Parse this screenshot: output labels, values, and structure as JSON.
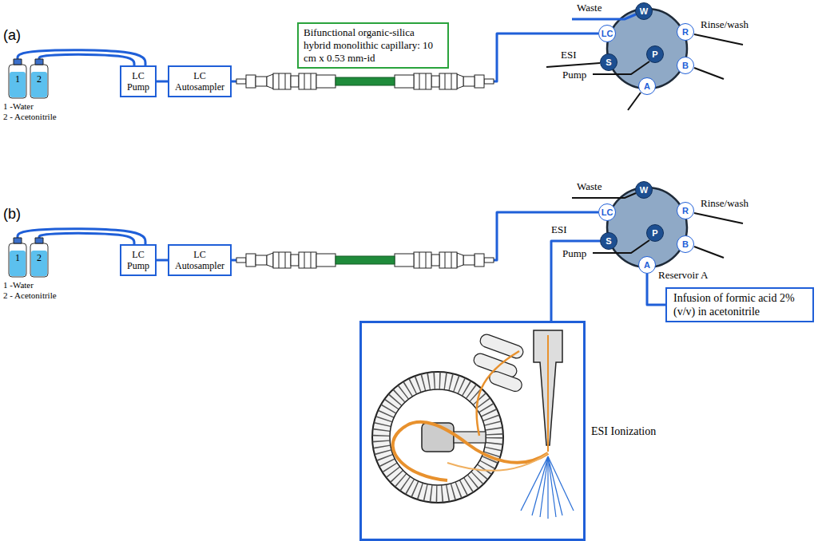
{
  "diagram": {
    "nodes": [
      {
        "text": [
          "1"
        ]
      },
      {
        "text": [
          "2"
        ]
      },
      {
        "text": [
          "LC Pump"
        ]
      },
      {
        "text": [
          "LC Autosampler"
        ]
      },
      {
        "text": [
          "Bifunctional organic-silica hybrid monolithic capillary: 10 cm x 0.53 mm-id"
        ]
      },
      {
        "text": [
          "W"
        ]
      },
      {
        "text": [
          "LC"
        ]
      },
      {
        "text": [
          "R"
        ]
      },
      {
        "text": [
          "S"
        ]
      },
      {
        "text": [
          "P"
        ]
      },
      {
        "text": [
          "B"
        ]
      },
      {
        "text": [
          "A"
        ]
      },
      {
        "text": [
          "1"
        ]
      },
      {
        "text": [
          "2"
        ]
      },
      {
        "text": [
          "LC Pump"
        ]
      },
      {
        "text": [
          "LC Autosampler"
        ]
      },
      {
        "text": [
          "W"
        ]
      },
      {
        "text": [
          "LC"
        ]
      },
      {
        "text": [
          "R"
        ]
      },
      {
        "text": [
          "S"
        ]
      },
      {
        "text": [
          "P"
        ]
      },
      {
        "text": [
          "B"
        ]
      },
      {
        "text": [
          "A"
        ]
      },
      {
        "text": [
          "Infusion of formic acid 2% (v/v) in acetonitrile"
        ]
      },
      {
        "text": [
          "ESI Ionization"
        ]
      }
    ],
    "edges": [
      {
        "from": 0,
        "to": 2,
        "arrow": "none"
      },
      {
        "from": 1,
        "to": 2,
        "arrow": "none"
      },
      {
        "from": 2,
        "to": 3,
        "arrow": "none"
      },
      {
        "from": 3,
        "to": 6,
        "arrow": "none"
      },
      {
        "from": 12,
        "to": 14,
        "arrow": "none"
      },
      {
        "from": 13,
        "to": 14,
        "arrow": "none"
      },
      {
        "from": 14,
        "to": 15,
        "arrow": "none"
      },
      {
        "from": 15,
        "to": 17,
        "arrow": "none"
      },
      {
        "from": 19,
        "to": 24,
        "arrow": "none"
      },
      {
        "from": 22,
        "to": 23,
        "arrow": "none"
      }
    ],
    "labels": [
      "(a)",
      "1 -Water",
      "2 - Acetonitrile",
      "Waste",
      "Rinse/wash",
      "ESI",
      "Pump",
      "(b)",
      "1 -Water",
      "2 - Acetonitrile",
      "Waste",
      "Rinse/wash",
      "ESI",
      "Pump",
      "Reservoir A"
    ]
  }
}
